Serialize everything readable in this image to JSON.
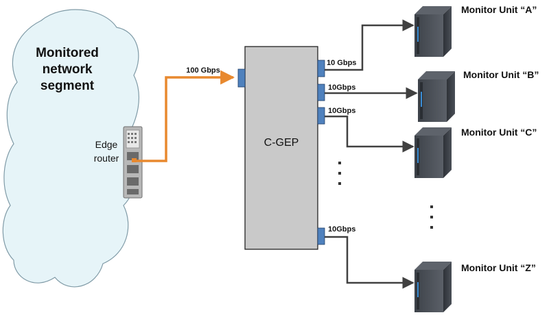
{
  "cloud": {
    "title_lines": [
      "Monitored",
      "network",
      "segment"
    ],
    "fill": "#e6f4f8",
    "stroke": "#7f9aa6"
  },
  "router": {
    "label_lines": [
      "Edge",
      "router"
    ]
  },
  "uplink": {
    "label": "100 Gbps",
    "color": "#e8892f"
  },
  "cgep": {
    "label": "C-GEP",
    "fill": "#c9c9c9",
    "port_color": "#4f81bd"
  },
  "links": {
    "color": "#404040",
    "labels": [
      "10 Gbps",
      "10Gbps",
      "10Gbps",
      "10Gbps"
    ]
  },
  "monitors": [
    {
      "label": "Monitor Unit “A”"
    },
    {
      "label": "Monitor Unit “B”"
    },
    {
      "label": "Monitor Unit “C”"
    },
    {
      "label": "Monitor Unit “Z”"
    }
  ],
  "ellipsis": "..."
}
